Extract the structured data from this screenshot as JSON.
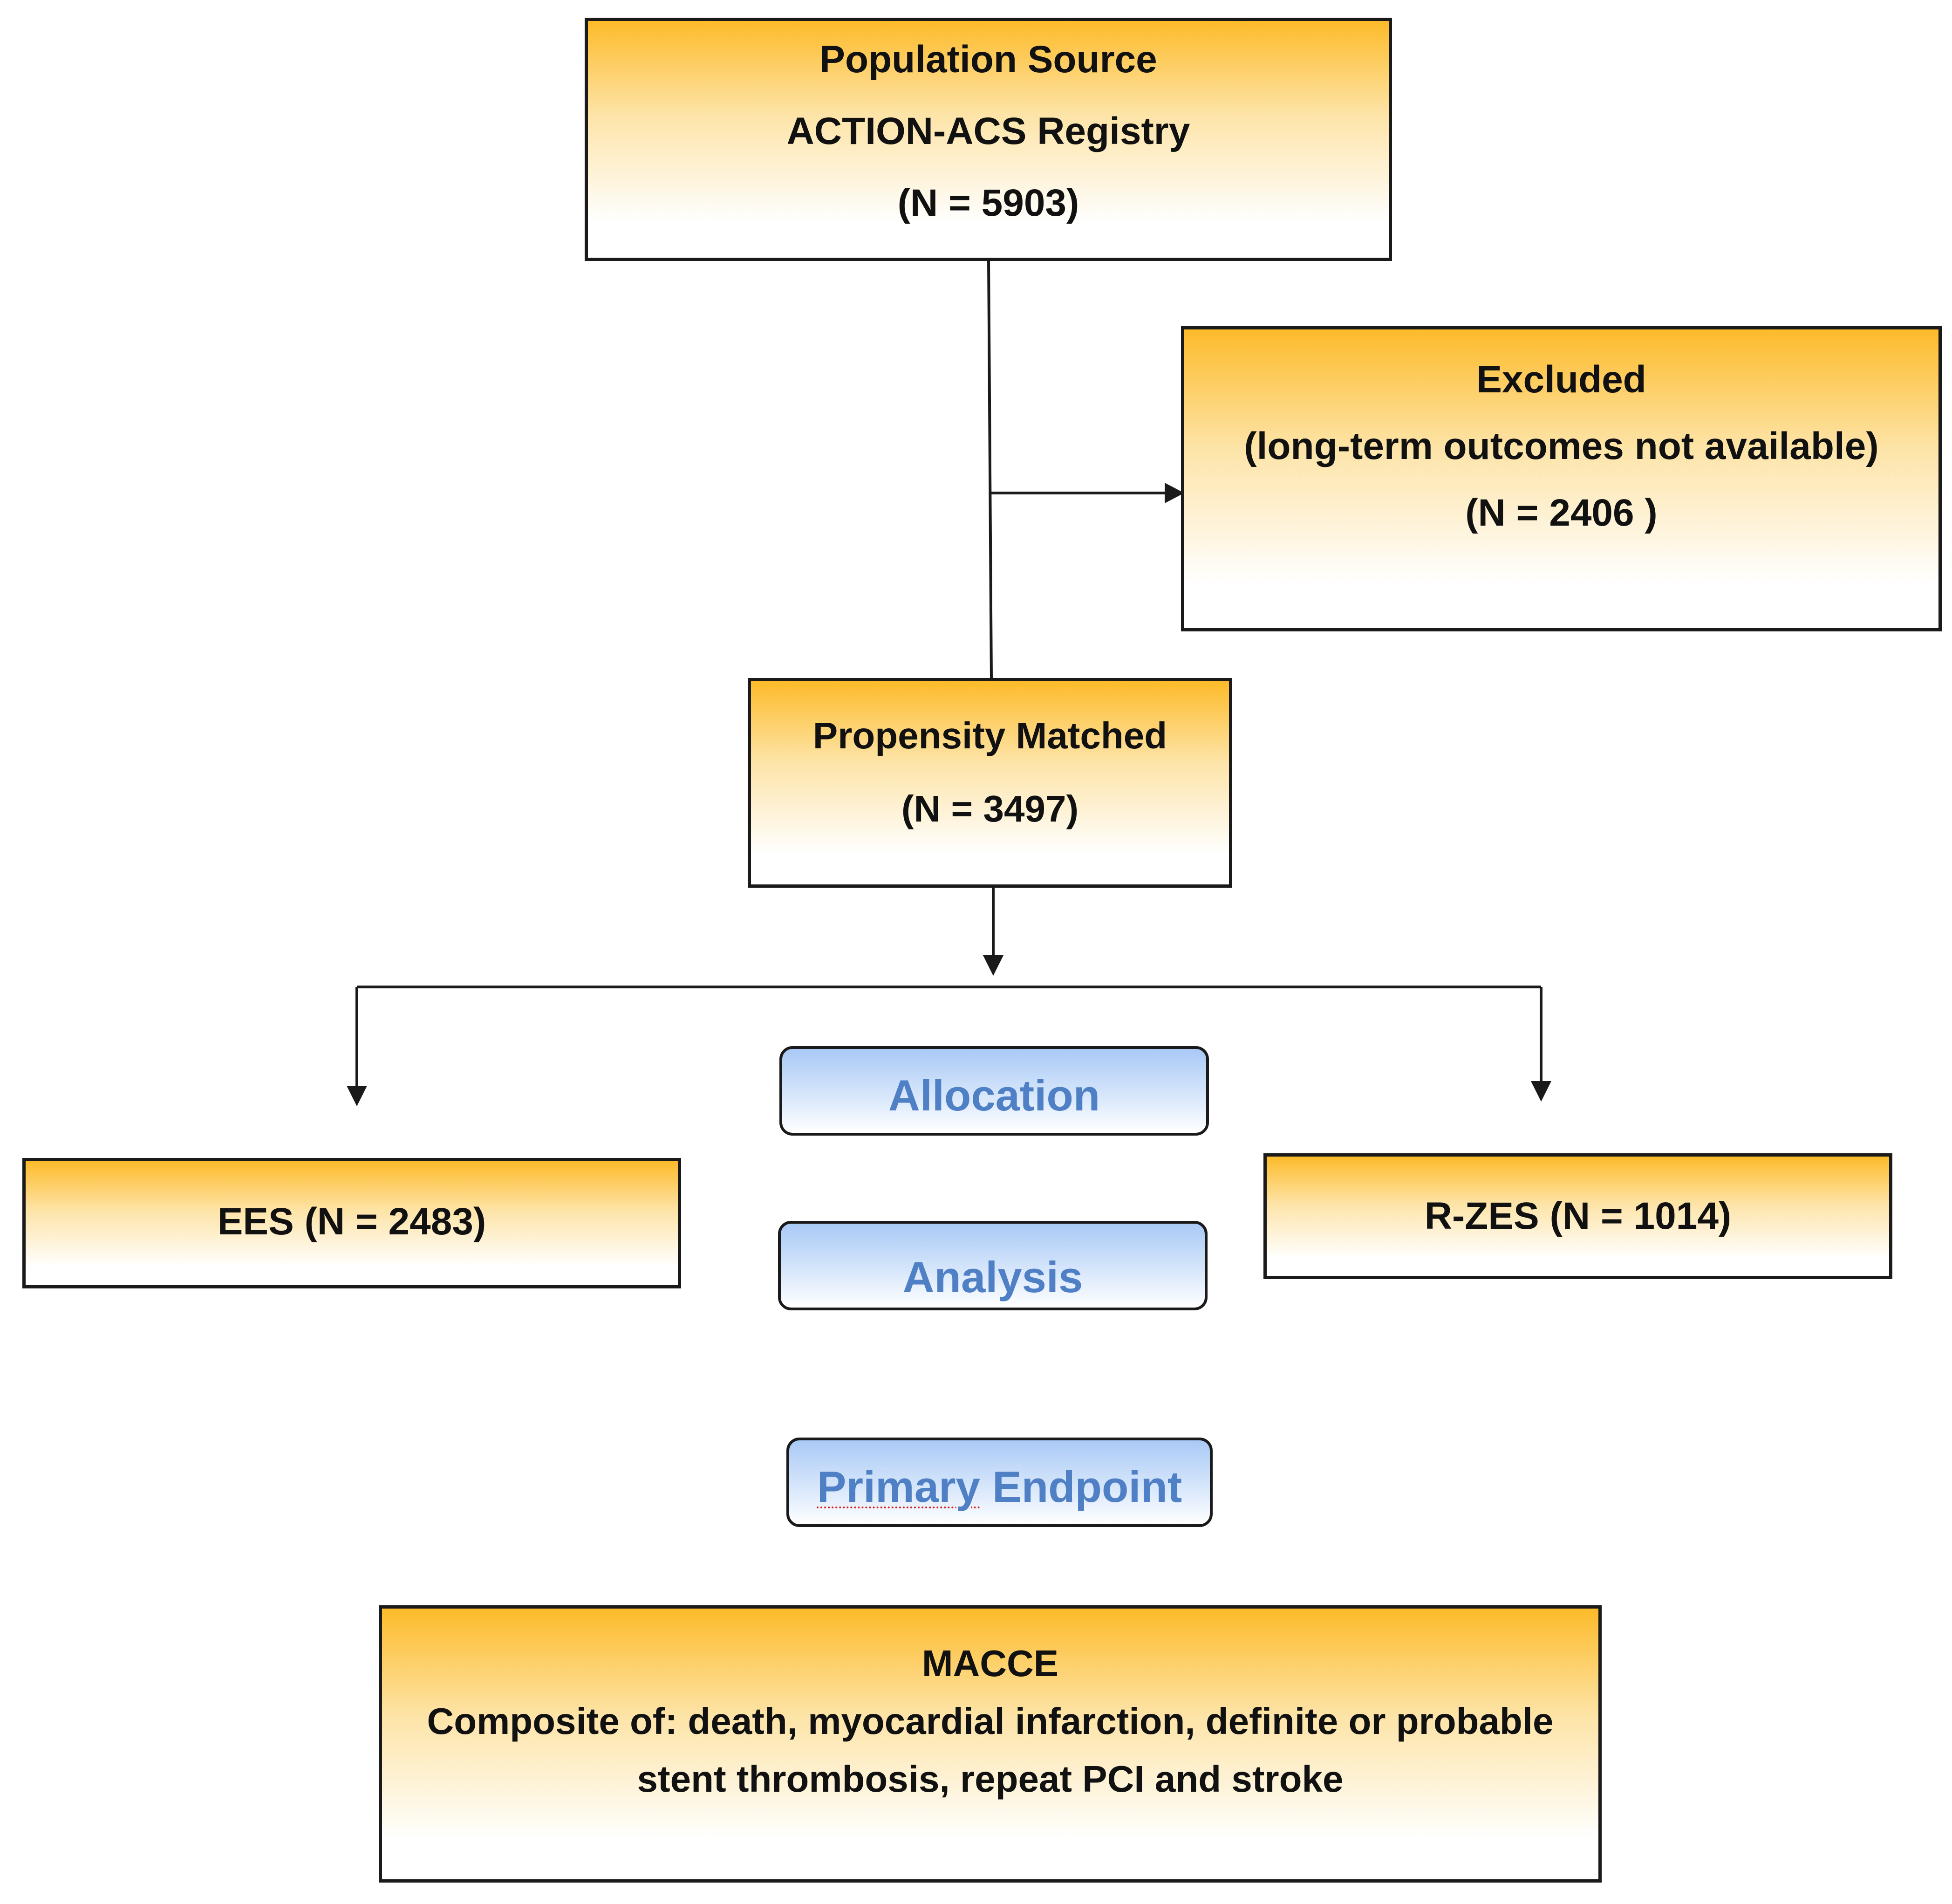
{
  "population": {
    "line1": "Population Source",
    "line2": "ACTION-ACS Registry",
    "line3": "(N = 5903)"
  },
  "excluded": {
    "line1": "Excluded",
    "line2": "(long-term outcomes not available)",
    "line3": "(N = 2406 )"
  },
  "matched": {
    "line1": "Propensity Matched",
    "line2": "(N = 3497)"
  },
  "stages": {
    "allocation": "Allocation",
    "analysis": "Analysis",
    "primary_word": "Primary",
    "endpoint_word": " Endpoint"
  },
  "ees": {
    "label": "EES (N = 2483)"
  },
  "rzes": {
    "label": "R-ZES (N = 1014)"
  },
  "macce": {
    "line1": "MACCE",
    "line2": "Composite of: death, myocardial infarction, definite or probable",
    "line3": "stent thrombosis, repeat PCI and stroke"
  },
  "colors": {
    "box_gradient_top": "#fdbb2a",
    "pill_text": "#4f7fc4",
    "pill_gradient_top": "#a9c9f6",
    "border": "#1a1a1a"
  }
}
